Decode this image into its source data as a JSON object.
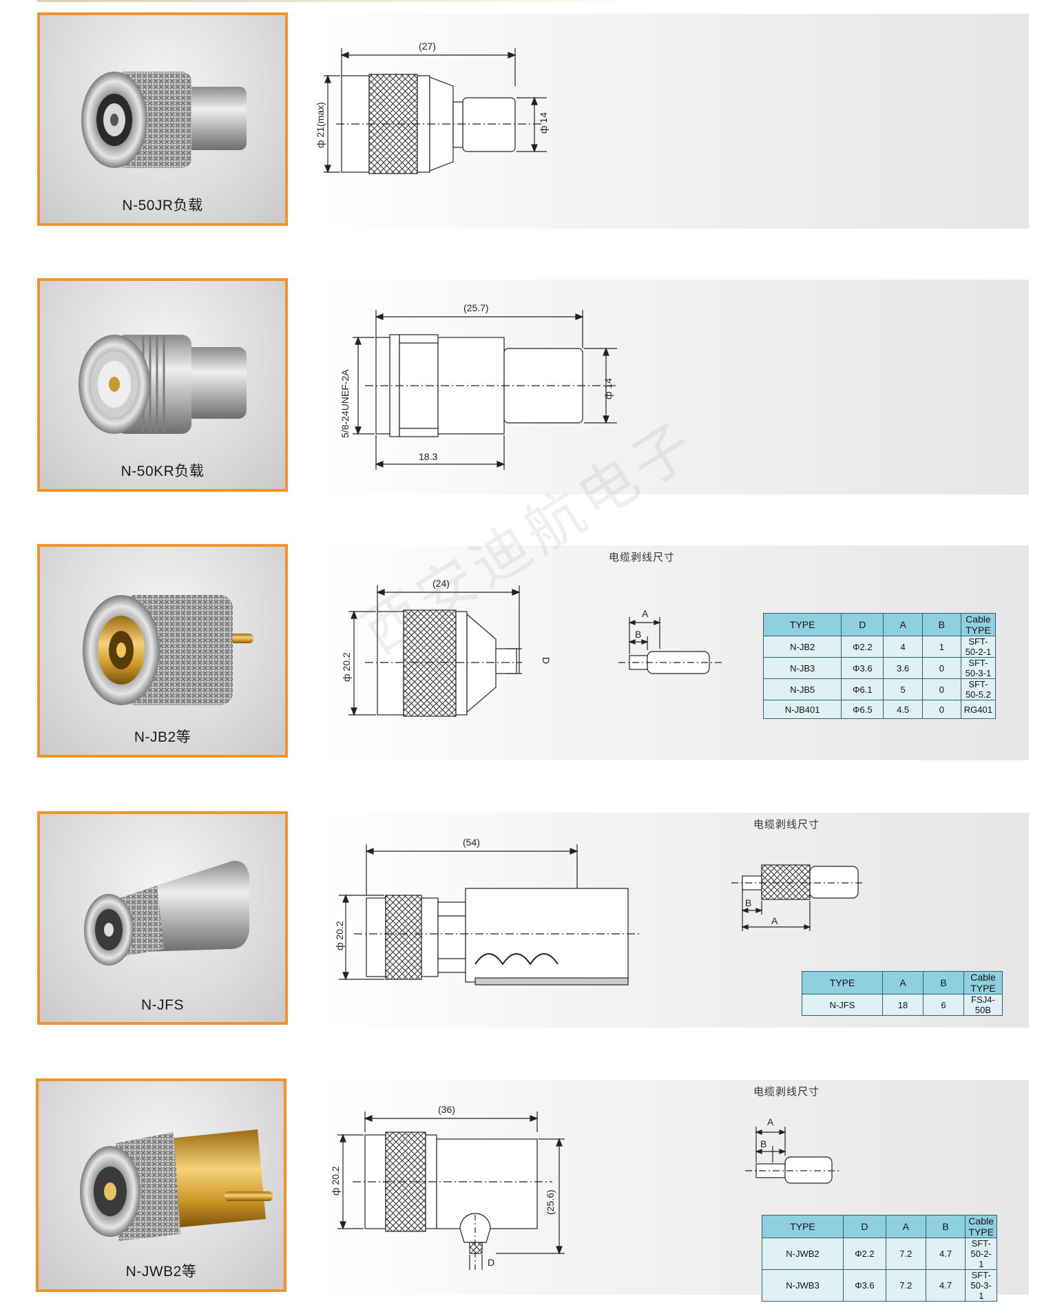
{
  "products": [
    {
      "label": "N-50JR负载",
      "drawing": {
        "length": "(27)",
        "diameter": "ф 21(max)",
        "tail": "ф 14"
      }
    },
    {
      "label": "N-50KR负载",
      "drawing": {
        "length": "(25.7)",
        "thread": "5/8-24UNEF-2A",
        "tail": "ф 14",
        "sub_length": "18.3"
      }
    },
    {
      "label": "N-JB2等",
      "drawing": {
        "length": "(24)",
        "diameter": "ф 20.2",
        "d_label": "D",
        "a_label": "A",
        "b_label": "B"
      },
      "strip_title": "电缆剥线尺寸",
      "table": {
        "headers": [
          "TYPE",
          "D",
          "A",
          "B",
          "Cable TYPE"
        ],
        "rows": [
          [
            "N-JB2",
            "Φ2.2",
            "4",
            "1",
            "SFT-50-2-1"
          ],
          [
            "N-JB3",
            "Φ3.6",
            "3.6",
            "0",
            "SFT-50-3-1"
          ],
          [
            "N-JB5",
            "Φ6.1",
            "5",
            "0",
            "SFT-50-5.2"
          ],
          [
            "N-JB401",
            "Φ6.5",
            "4.5",
            "0",
            "RG401"
          ]
        ]
      }
    },
    {
      "label": "N-JFS",
      "drawing": {
        "length": "(54)",
        "diameter": "ф 20.2",
        "a_label": "A",
        "b_label": "B"
      },
      "strip_title": "电缆剥线尺寸",
      "table": {
        "headers": [
          "TYPE",
          "A",
          "B",
          "Cable TYPE"
        ],
        "rows": [
          [
            "N-JFS",
            "18",
            "6",
            "FSJ4-50B"
          ]
        ]
      }
    },
    {
      "label": "N-JWB2等",
      "drawing": {
        "length": "(36)",
        "diameter": "ф 20.2",
        "height": "(25.6)",
        "d_label": "D",
        "a_label": "A",
        "b_label": "B"
      },
      "strip_title": "电缆剥线尺寸",
      "table": {
        "headers": [
          "TYPE",
          "D",
          "A",
          "B",
          "Cable TYPE"
        ],
        "rows": [
          [
            "N-JWB2",
            "Φ2.2",
            "7.2",
            "4.7",
            "SFT-50-2-1"
          ],
          [
            "N-JWB3",
            "Φ3.6",
            "7.2",
            "4.7",
            "SFT-50-3-1"
          ]
        ]
      }
    }
  ],
  "watermark": "西安迪航电子",
  "colors": {
    "frame": "#f0932b",
    "table_header": "#8fd0e0",
    "table_cell": "#e0f1f6",
    "table_border": "#2f5f6f"
  }
}
